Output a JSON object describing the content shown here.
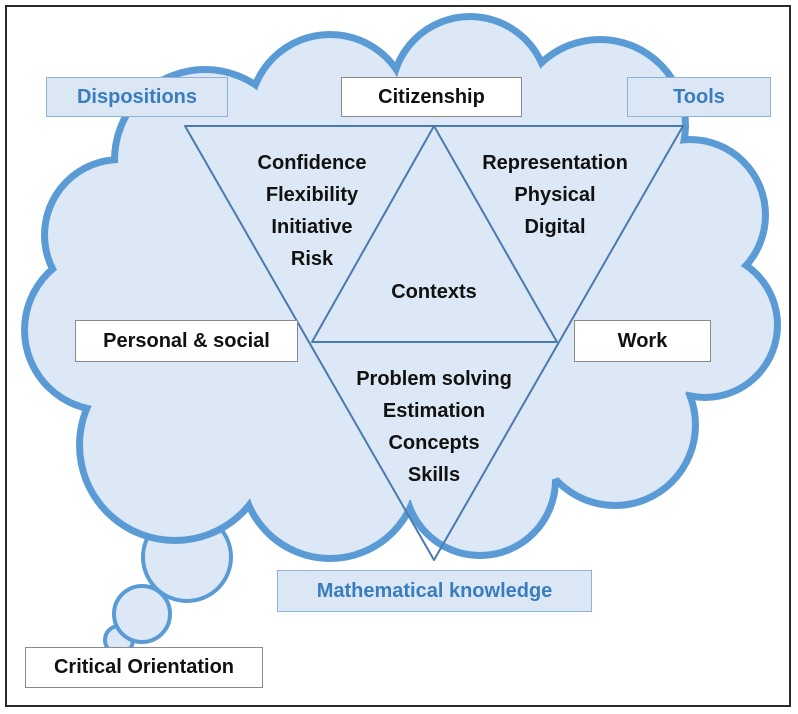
{
  "corner_labels": {
    "dispositions": "Dispositions",
    "tools": "Tools",
    "mathematical_knowledge": "Mathematical knowledge",
    "critical_orientation": "Critical Orientation"
  },
  "context_labels": {
    "citizenship": "Citizenship",
    "personal_social": "Personal & social",
    "work": "Work"
  },
  "center_label": "Contexts",
  "dispositions_items": [
    "Confidence",
    "Flexibility",
    "Initiative",
    "Risk"
  ],
  "tools_items": [
    "Representation",
    "Physical",
    "Digital"
  ],
  "knowledge_items": [
    "Problem solving",
    "Estimation",
    "Concepts",
    "Skills"
  ],
  "colors": {
    "cloud_fill": "#dce8f5",
    "cloud_stroke": "#5b9bd5",
    "triangle_stroke": "#4a7ab0",
    "label_blue": "#3a7dbf"
  }
}
